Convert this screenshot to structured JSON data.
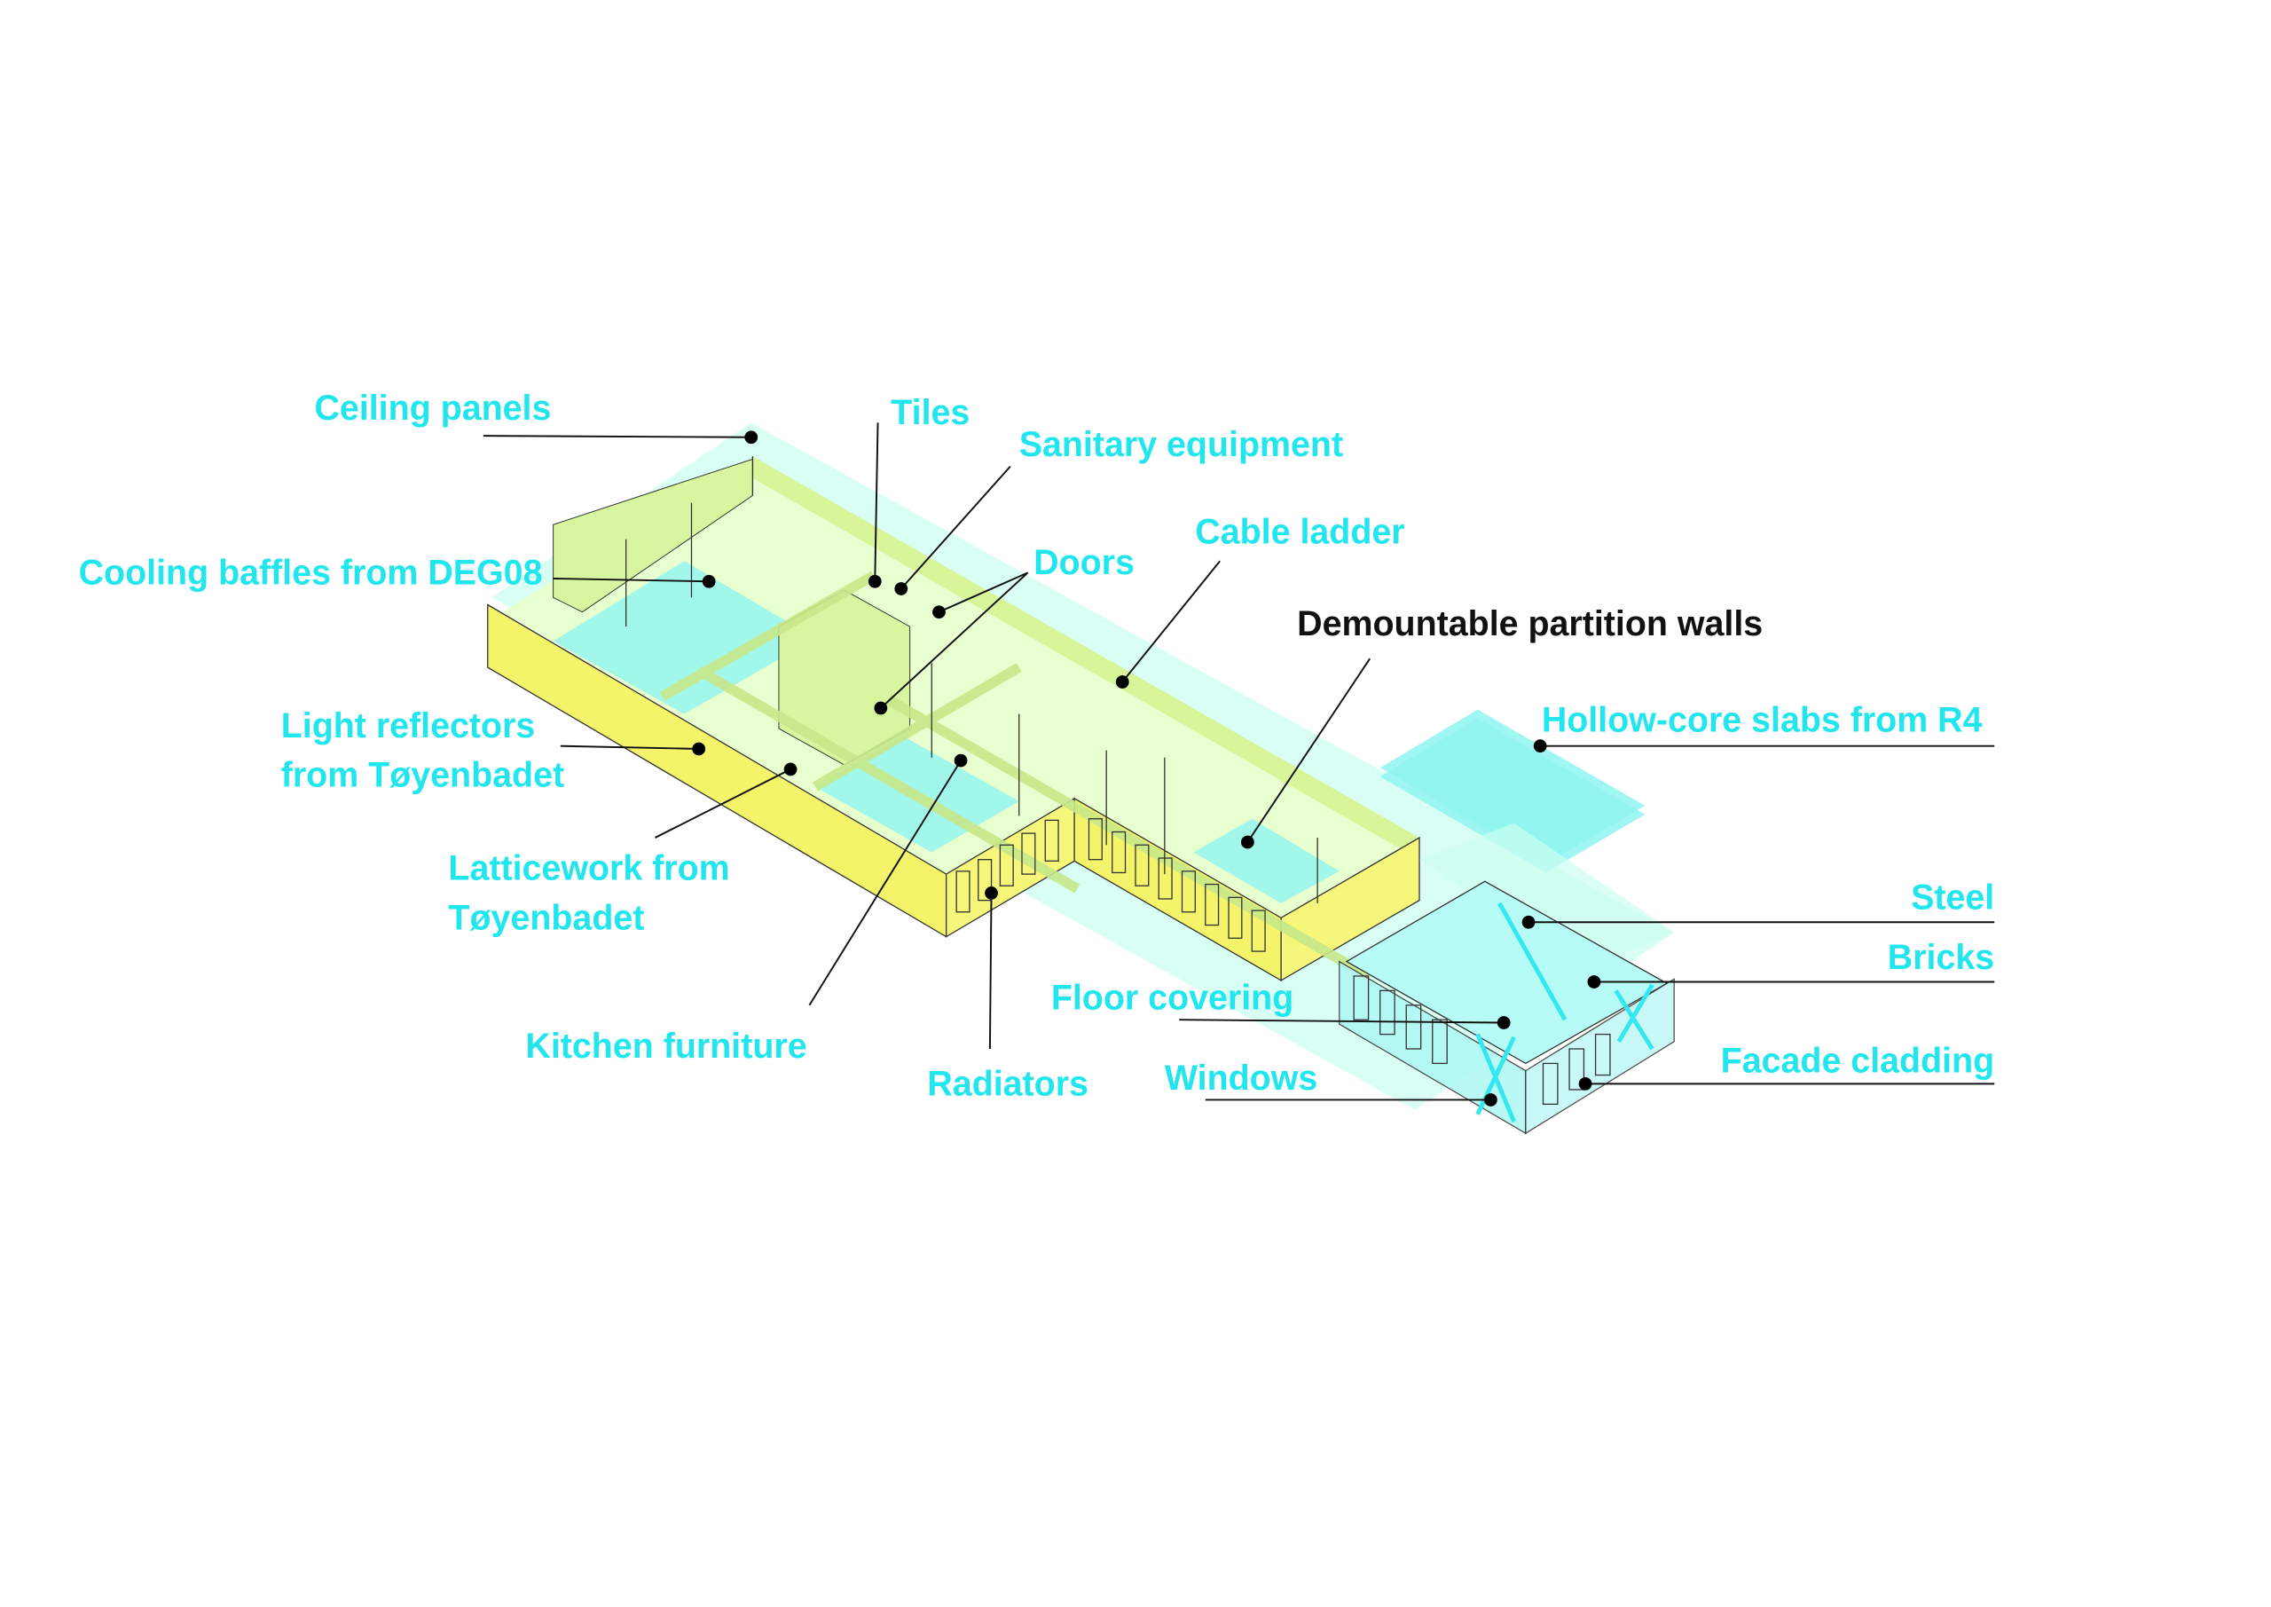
{
  "diagram": {
    "colors": {
      "label": "#22e6ee",
      "label_dark": "#111111",
      "reused_walls": "#f2f266",
      "reused_surface": "#8ff5f0",
      "ceiling": "#ccffee"
    },
    "labels": {
      "ceiling_panels": "Ceiling panels",
      "tiles": "Tiles",
      "sanitary_equipment": "Sanitary equipment",
      "cable_ladder": "Cable ladder",
      "doors": "Doors",
      "demountable_partition_walls": "Demountable partition walls",
      "hollow_core_slabs": "Hollow-core slabs from R4",
      "cooling_baffles": "Cooling baffles from DEG08",
      "light_reflectors_1": "Light reflectors",
      "light_reflectors_2": "from Tøyenbadet",
      "latticework_1": "Latticework from",
      "latticework_2": "Tøyenbadet",
      "kitchen_furniture": "Kitchen furniture",
      "radiators": "Radiators",
      "floor_covering": "Floor covering",
      "windows": "Windows",
      "steel": "Steel",
      "bricks": "Bricks",
      "facade_cladding": "Facade cladding"
    }
  }
}
